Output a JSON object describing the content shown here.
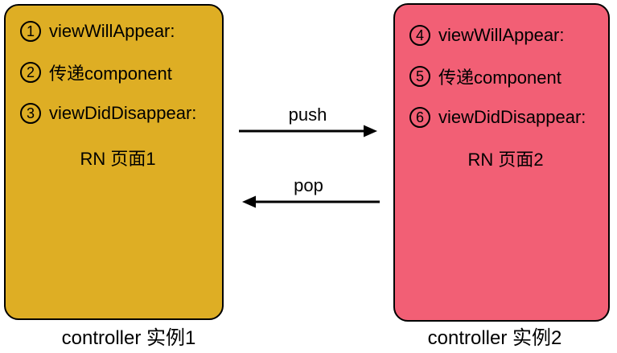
{
  "diagram": {
    "boxes": [
      {
        "title": "RN 页面1",
        "caption": "controller 实例1",
        "fill": "#DEAE24",
        "items": [
          {
            "num": "1",
            "label": "viewWillAppear:"
          },
          {
            "num": "2",
            "label": "传递component"
          },
          {
            "num": "3",
            "label": "viewDidDisappear:"
          }
        ]
      },
      {
        "title": "RN 页面2",
        "caption": "controller 实例2",
        "fill": "#F25F75",
        "items": [
          {
            "num": "4",
            "label": "viewWillAppear:"
          },
          {
            "num": "5",
            "label": "传递component"
          },
          {
            "num": "6",
            "label": "viewDidDisappear:"
          }
        ]
      }
    ],
    "arrows": [
      {
        "label": "push",
        "direction": "left-to-right"
      },
      {
        "label": "pop",
        "direction": "right-to-left"
      }
    ],
    "colors": {
      "stroke": "#000000",
      "background": "#FFFFFF"
    }
  }
}
